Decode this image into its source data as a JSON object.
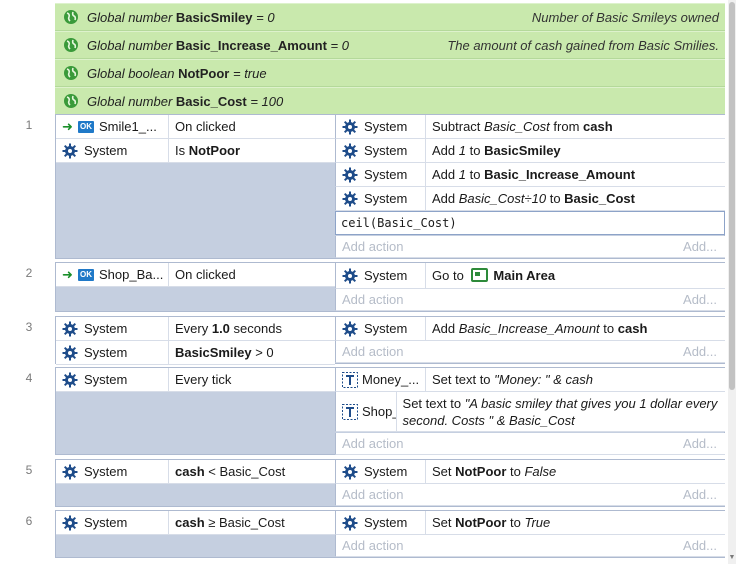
{
  "globals": [
    {
      "kind": "Global number",
      "name": "BasicSmiley",
      "rest": " = 0",
      "comment": "Number of Basic Smileys owned"
    },
    {
      "kind": "Global number",
      "name": "Basic_Increase_Amount",
      "rest": " = 0",
      "comment": "The amount of cash gained from Basic Smilies."
    },
    {
      "kind": "Global boolean",
      "name": "NotPoor",
      "rest": " = true",
      "comment": ""
    },
    {
      "kind": "Global number",
      "name": "Basic_Cost",
      "rest": " = 100",
      "comment": ""
    }
  ],
  "events": [
    {
      "line": "1",
      "conditions": [
        {
          "object": "Smile1_...",
          "condition": "On clicked"
        },
        {
          "object": "System",
          "condition_pre": "Is ",
          "condition_bold": "NotPoor"
        }
      ],
      "actions": [
        {
          "object": "System",
          "pre": "Subtract ",
          "ital": "Basic_Cost",
          "mid": " from ",
          "bold": "cash"
        },
        {
          "object": "System",
          "pre": "Add ",
          "ital": "1",
          "mid": " to ",
          "bold": "BasicSmiley"
        },
        {
          "object": "System",
          "pre": "Add ",
          "ital": "1",
          "mid": " to ",
          "bold": "Basic_Increase_Amount"
        },
        {
          "object": "System",
          "pre": "Add ",
          "ital": "Basic_Cost÷10",
          "mid": " to ",
          "bold": "Basic_Cost"
        }
      ],
      "expression": "ceil(Basic_Cost)"
    },
    {
      "line": "2",
      "conditions": [
        {
          "object": "Shop_Ba...",
          "condition": "On clicked"
        }
      ],
      "actions": [
        {
          "object": "System",
          "pre": "Go to ",
          "bold": "Main Area"
        }
      ]
    },
    {
      "line": "3",
      "conditions": [
        {
          "object": "System",
          "condition_pre": "Every ",
          "condition_bold": "1.0",
          "condition_post": " seconds"
        },
        {
          "object": "System",
          "condition_bold": "BasicSmiley",
          "condition_post": " > 0"
        }
      ],
      "actions": [
        {
          "object": "System",
          "pre": "Add ",
          "ital": "Basic_Increase_Amount",
          "mid": " to ",
          "bold": "cash"
        }
      ]
    },
    {
      "line": "4",
      "conditions": [
        {
          "object": "System",
          "condition": "Every tick"
        }
      ],
      "actions": [
        {
          "object": "Money_...",
          "pre": "Set text to ",
          "ital": "\"Money: \" & cash"
        },
        {
          "object": "Shop_Ba...",
          "pre": "Set text to ",
          "ital": "\"A basic smiley that gives you 1 dollar every second.  Costs \" & Basic_Cost"
        }
      ]
    },
    {
      "line": "5",
      "conditions": [
        {
          "object": "System",
          "condition_bold": "cash",
          "condition_post": " < Basic_Cost"
        }
      ],
      "actions": [
        {
          "object": "System",
          "pre": "Set ",
          "bold": "NotPoor",
          "mid": " to ",
          "ital": "False"
        }
      ]
    },
    {
      "line": "6",
      "conditions": [
        {
          "object": "System",
          "condition_bold": "cash",
          "condition_post": " ≥ Basic_Cost"
        }
      ],
      "actions": [
        {
          "object": "System",
          "pre": "Set ",
          "bold": "NotPoor",
          "mid": " to ",
          "ital": "True"
        }
      ]
    }
  ],
  "labels": {
    "add_action": "Add action",
    "add_right": "Add..."
  },
  "icons": {
    "global": "globe-icon",
    "system": "gear-icon",
    "button": "button-object-icon",
    "text": "text-object-icon",
    "layout": "layout-icon",
    "trigger": "trigger-arrow-icon"
  },
  "colors": {
    "global_bg": "#c9e9ad",
    "block_bg": "#c5cfe0",
    "gear": "#1e4c8a",
    "trigger": "#1a8f2a"
  }
}
